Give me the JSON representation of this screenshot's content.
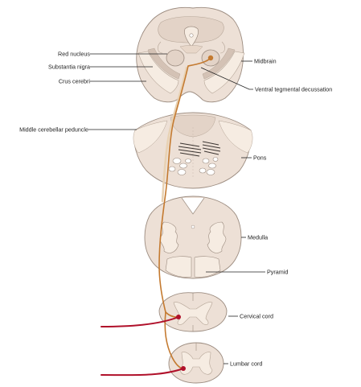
{
  "labels": {
    "red_nucleus": "Red nucleus",
    "substantia_nigra": "Substantia nigra",
    "crus_cerebri": "Crus cerebri",
    "middle_cerebellar_peduncle": "Middle cerebellar peduncle",
    "midbrain": "Midbrain",
    "ventral_tegmental_decussation": "Ventral tegmental decussation",
    "pons": "Pons",
    "medulla": "Medulla",
    "pyramid": "Pyramid",
    "cervical_cord": "Cervical cord",
    "lumbar_cord": "Lumbar cord"
  },
  "colors": {
    "tissue_fill": "#ede0d6",
    "tissue_outline": "#9c8c80",
    "grey_matter": "#d9c8bc",
    "pale_fill": "#f6ece2",
    "tract": "#c47a30",
    "tract_pale": "#e8d2b4",
    "afferent": "#b0102a",
    "label_text": "#222222"
  }
}
